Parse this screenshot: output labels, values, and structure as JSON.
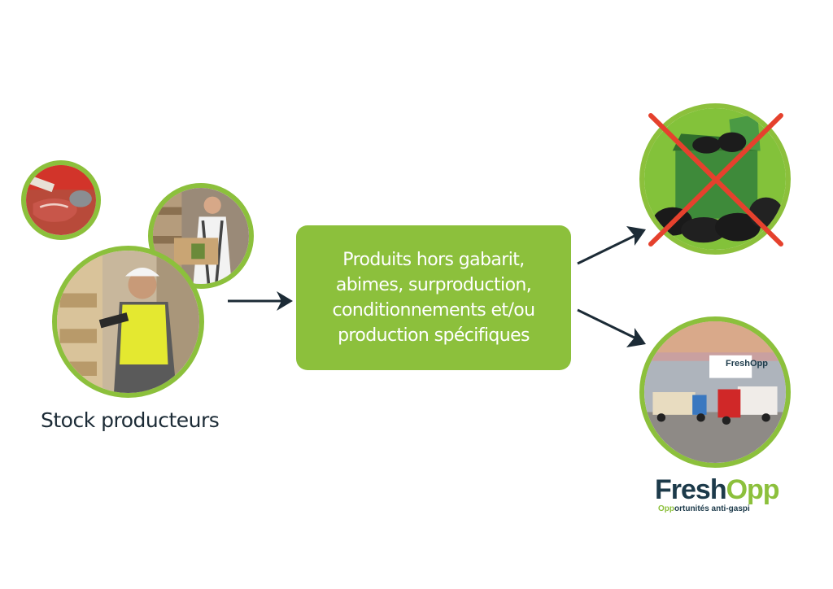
{
  "left_group": {
    "label": "Stock producteurs",
    "images": [
      "meat-cutting",
      "worker-with-box",
      "warehouse-worker-scanner"
    ]
  },
  "center_box": {
    "lines": [
      "Produits hors gabarit,",
      "abimes, surproduction,",
      "conditionnements et/ou",
      "production spécifiques"
    ]
  },
  "right_top": {
    "image": "waste-bin-crossed"
  },
  "right_bottom": {
    "image": "warehouse-trucks",
    "sign_text": "FreshOpp"
  },
  "logo": {
    "fresh": "Fresh",
    "opp": "Opp",
    "tagline_opp": "Opp",
    "tagline_rest": "ortunités anti-gaspi"
  },
  "colors": {
    "green": "#8cc03c",
    "dark": "#1c2b36",
    "cross": "#e5412d"
  }
}
